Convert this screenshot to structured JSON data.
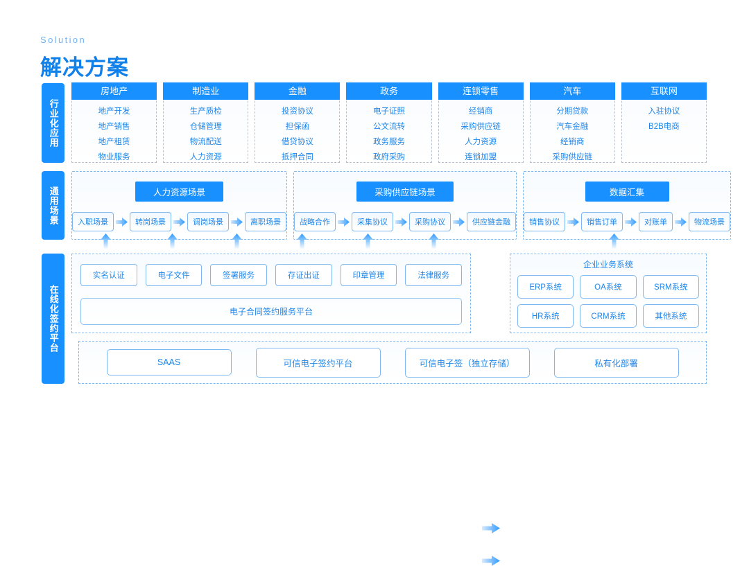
{
  "header": {
    "eyebrow": "Solution",
    "title": "解决方案"
  },
  "colors": {
    "brand": "#1890ff",
    "title": "#1180e8",
    "text": "#1f86e8",
    "dashed": "#7db8f0"
  },
  "bands": [
    {
      "key": "industry",
      "label": "行业化应用"
    },
    {
      "key": "scenarios",
      "label": "通用场景"
    },
    {
      "key": "signing",
      "label": "在线化签约平台"
    }
  ],
  "industry": {
    "columns": [
      {
        "head": "房地产",
        "items": [
          "地产开发",
          "地产销售",
          "地产租赁",
          "物业服务"
        ]
      },
      {
        "head": "制造业",
        "items": [
          "生产质检",
          "仓储管理",
          "物流配送",
          "人力资源"
        ]
      },
      {
        "head": "金融",
        "items": [
          "投资协议",
          "担保函",
          "借贷协议",
          "抵押合同"
        ]
      },
      {
        "head": "政务",
        "items": [
          "电子证照",
          "公文流转",
          "政务服务",
          "政府采购"
        ]
      },
      {
        "head": "连锁零售",
        "items": [
          "经销商",
          "采购供应链",
          "人力资源",
          "连锁加盟"
        ]
      },
      {
        "head": "汽车",
        "items": [
          "分期贷款",
          "汽车金融",
          "经销商",
          "采购供应链"
        ]
      },
      {
        "head": "互联网",
        "items": [
          "入驻协议",
          "B2B电商"
        ]
      }
    ]
  },
  "scenarios": {
    "groups": [
      {
        "title": "人力资源场景",
        "flow": [
          "入职场景",
          "转岗场景",
          "调岗场景",
          "离职场景"
        ]
      },
      {
        "title": "采购供应链场景",
        "flow": [
          "战略合作",
          "采集协议",
          "采购协议",
          "供应链金融"
        ]
      },
      {
        "title": "数据汇集",
        "flow": [
          "销售协议",
          "销售订单",
          "对账单",
          "物流场景"
        ]
      }
    ]
  },
  "signing": {
    "capabilities": [
      "实名认证",
      "电子文件",
      "签署服务",
      "存证出证",
      "印章管理",
      "法律服务"
    ],
    "platform_bar": "电子合同签约服务平台",
    "enterprise_systems": {
      "title": "企业业务系统",
      "items": [
        "ERP系统",
        "OA系统",
        "SRM系统",
        "HR系统",
        "CRM系统",
        "其他系统"
      ]
    }
  },
  "deployment": {
    "options": [
      "SAAS",
      "可信电子签约平台",
      "可信电子签（独立存储）",
      "私有化部署"
    ]
  }
}
